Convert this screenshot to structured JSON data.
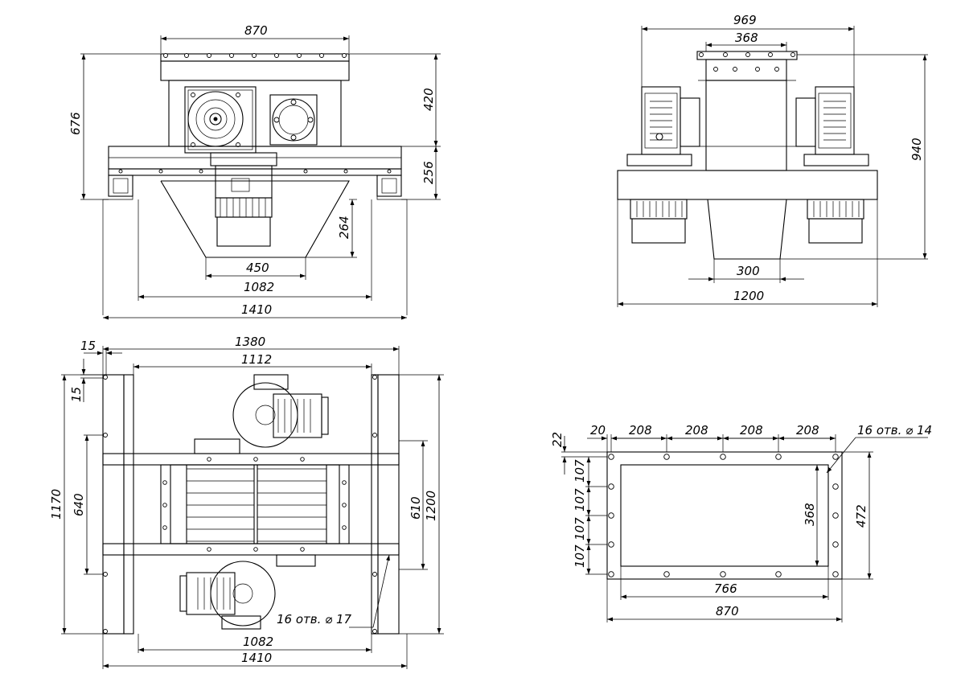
{
  "views": {
    "front": {
      "dims": {
        "width_top": "870",
        "height_total": "676",
        "height_upper": "420",
        "height_frame": "256",
        "height_hopper": "264",
        "outlet_width": "450",
        "inner_span": "1082",
        "overall_width": "1410"
      }
    },
    "side": {
      "dims": {
        "overall_top": "969",
        "inlet_width": "368",
        "height_total": "940",
        "outlet_width": "300",
        "overall_width": "1200"
      }
    },
    "plan": {
      "dims": {
        "width_top": "1380",
        "inner_top": "1112",
        "offset_x": "15",
        "offset_y": "15",
        "height_total": "1170",
        "height_inner": "640",
        "height_right_inner": "610",
        "height_right": "1200",
        "inner_bottom": "1082",
        "overall_bottom": "1410"
      },
      "note": "16 отв. ⌀ 17"
    },
    "flange": {
      "dims": {
        "edge_x": "20",
        "pitch_1": "208",
        "pitch_2": "208",
        "pitch_3": "208",
        "pitch_4": "208",
        "edge_y": "22",
        "pitch_v1": "107",
        "pitch_v2": "107",
        "pitch_v3": "107",
        "pitch_v4": "107",
        "inner_height": "368",
        "outer_height": "472",
        "inner_width": "766",
        "outer_width": "870"
      },
      "note": "16 отв. ⌀ 14"
    }
  }
}
